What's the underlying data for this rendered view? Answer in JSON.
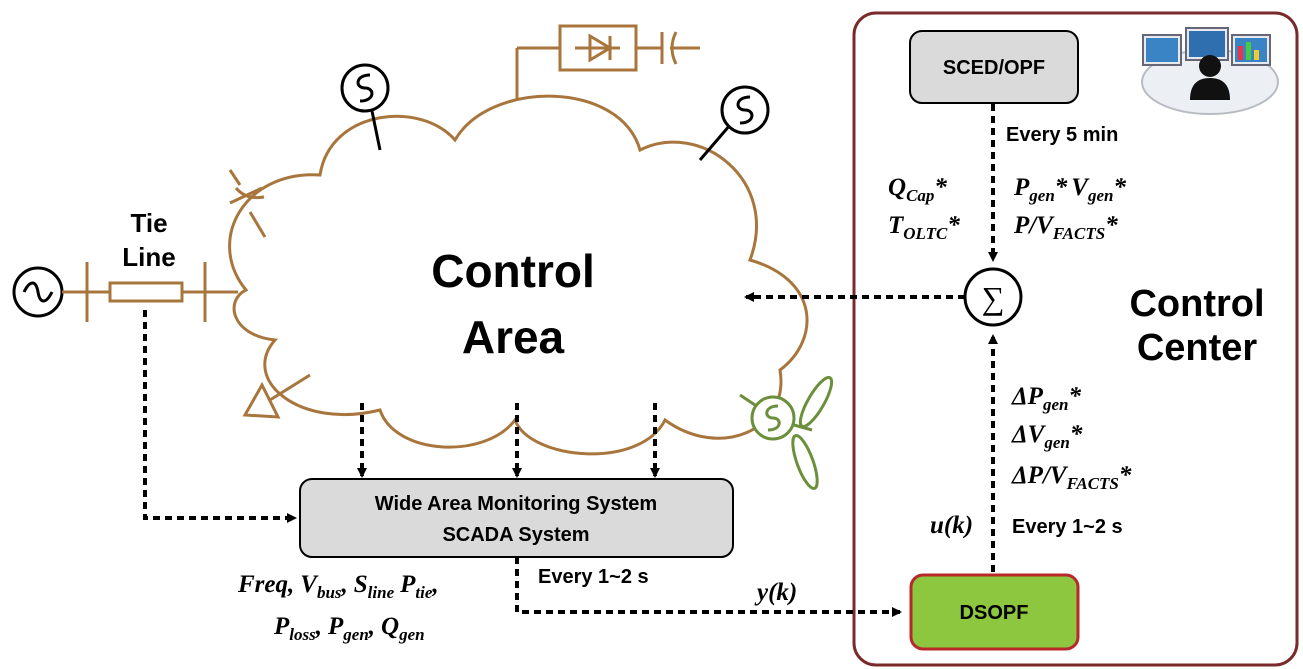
{
  "colors": {
    "brown": "#a8763c",
    "border_red": "#7a2a2a",
    "box_gray": "#dadada",
    "dsopf_green": "#8dc63f",
    "dsopf_border": "#b8282a",
    "wind_green": "#6b8f3a"
  },
  "control_area": {
    "line1": "Control",
    "line2": "Area"
  },
  "tie_line": {
    "line1": "Tie",
    "line2": "Line"
  },
  "control_center": {
    "line1": "Control",
    "line2": "Center"
  },
  "sced_box": {
    "label": "SCED/OPF"
  },
  "wams_box": {
    "line1": "Wide Area Monitoring System",
    "line2": "SCADA System"
  },
  "dsopf_box": {
    "label": "DSOPF"
  },
  "summing_symbol": "∑",
  "timings": {
    "every_5min": "Every 5 min",
    "every_1_2s_right": "Every 1~2 s",
    "every_1_2s_bottom": "Every 1~2 s"
  },
  "signals": {
    "u_k": "u(k)",
    "y_k": "y(k)",
    "q_cap": {
      "base": "Q",
      "sub": "Cap",
      "star": "*"
    },
    "t_oltc": {
      "base": "T",
      "sub": "OLTC",
      "star": "*"
    },
    "p_gen": {
      "base": "P",
      "sub": "gen",
      "star": "*"
    },
    "v_gen": {
      "base": "V",
      "sub": "gen",
      "star": "*"
    },
    "p_v_facts": {
      "base": "P/V",
      "sub": "FACTS",
      "star": "*"
    },
    "d_p_gen": {
      "base": "ΔP",
      "sub": "gen",
      "star": "*"
    },
    "d_v_gen": {
      "base": "ΔV",
      "sub": "gen",
      "star": "*"
    },
    "d_p_v_facts": {
      "base": "ΔP/V",
      "sub": "FACTS",
      "star": "*"
    }
  },
  "measurements": {
    "freq": "Freq,",
    "v_bus": {
      "base": "V",
      "sub": "bus",
      "tail": ","
    },
    "s_line": {
      "base": "S",
      "sub": "line"
    },
    "p_tie": {
      "base": "P",
      "sub": "tie",
      "tail": ","
    },
    "p_loss": {
      "base": "P",
      "sub": "loss",
      "tail": ","
    },
    "p_gen": {
      "base": "P",
      "sub": "gen",
      "tail": ","
    },
    "q_gen": {
      "base": "Q",
      "sub": "gen"
    }
  }
}
